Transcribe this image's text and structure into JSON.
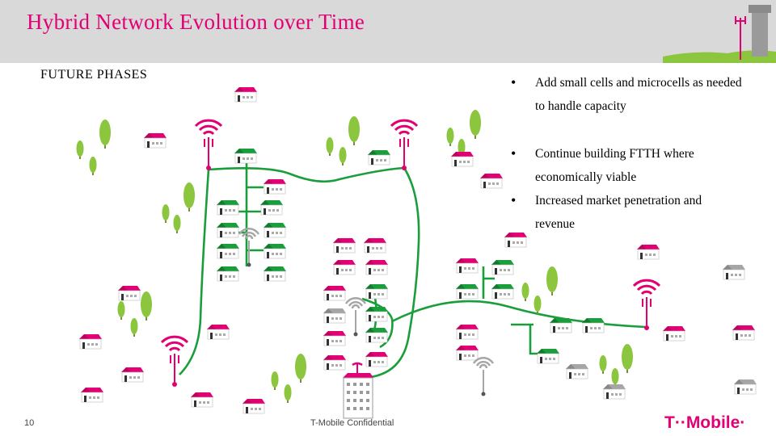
{
  "header": {
    "title": "Hybrid Network Evolution over Time"
  },
  "subtitle": "FUTURE PHASES",
  "bullets": [
    "Add small cells and microcells as needed to handle capacity",
    "Continue building FTTH where economically viable",
    "Increased market penetration and revenue"
  ],
  "footer": {
    "page_number": "10",
    "confidential": "T-Mobile Confidential",
    "logo_text": "T··Mobile·"
  },
  "colors": {
    "magenta": "#e20074",
    "fiber_green": "#1a9e3c",
    "tree_green": "#8cc63f",
    "header_gray": "#d9d9d9",
    "gray_roof": "#a6a6a6"
  },
  "icons": [
    "house-magenta-roof-icon",
    "house-green-roof-icon",
    "house-gray-roof-icon",
    "tree-icon",
    "cell-tower-icon",
    "small-cell-icon",
    "office-building-icon",
    "water-tower-icon"
  ]
}
